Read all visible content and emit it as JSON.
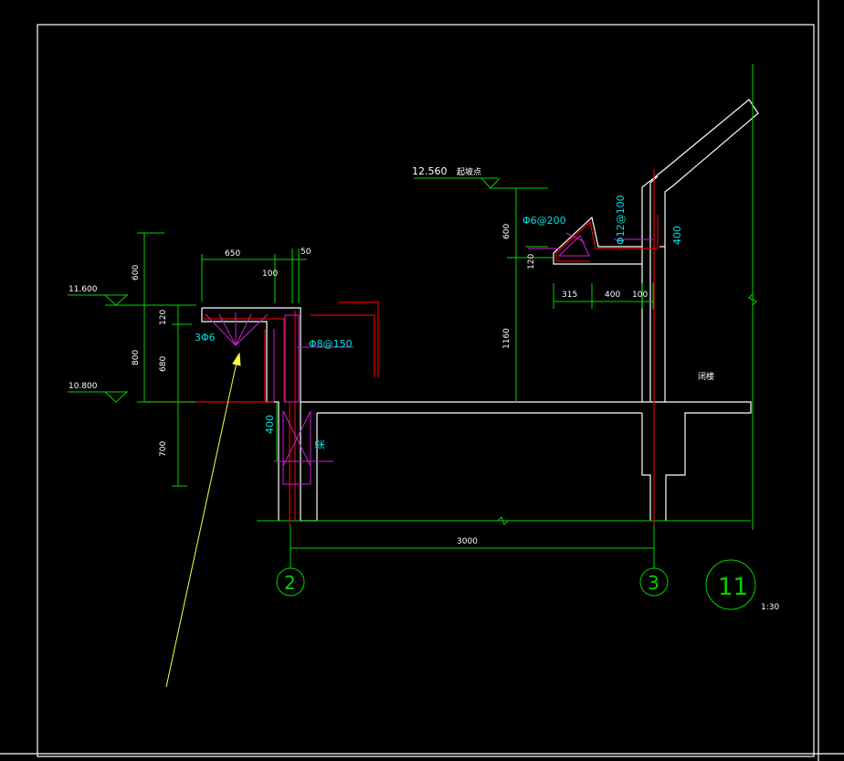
{
  "elevations": {
    "top": "12.560",
    "top_note": "起坡点",
    "upper": "11.600",
    "lower": "10.800"
  },
  "dims_left": {
    "d600": "600",
    "d120": "120",
    "d800": "800",
    "d680": "680",
    "d700": "700",
    "d400": "400"
  },
  "dims_top": {
    "d650": "650",
    "d100": "100",
    "d50": "50"
  },
  "dims_right": {
    "d600": "600",
    "d120": "120",
    "d1160": "1160",
    "d315": "315",
    "d400": "400",
    "d100": "100",
    "d400v": "400"
  },
  "rebar": {
    "left_bars": "3Φ6",
    "left_stirrup": "Φ8@150",
    "right_dist": "Φ6@200",
    "right_main": "Φ12@100",
    "beam_label": "梁"
  },
  "room_label": "闭楼",
  "span": "3000",
  "axes": {
    "left": "2",
    "right": "3"
  },
  "detail": {
    "number": "11",
    "scale": "1:30"
  }
}
